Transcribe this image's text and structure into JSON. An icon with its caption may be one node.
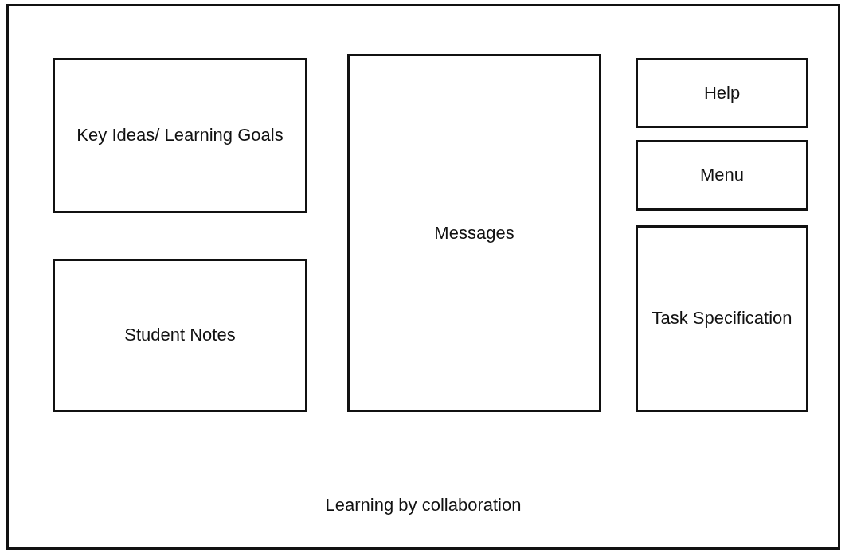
{
  "diagram": {
    "nodes": [
      {
        "text": [
          "Learning by collaboration"
        ]
      },
      {
        "text": [
          "Key Ideas/ Learning Goals"
        ],
        "in": 0
      },
      {
        "text": [
          "Messages"
        ],
        "in": 0
      },
      {
        "text": [
          "Help"
        ],
        "in": 0
      },
      {
        "text": [
          "Menu"
        ],
        "in": 0
      },
      {
        "text": [
          "Task Specification"
        ],
        "in": 0
      },
      {
        "text": [
          "Student Notes"
        ],
        "in": 0
      }
    ],
    "edges": []
  }
}
